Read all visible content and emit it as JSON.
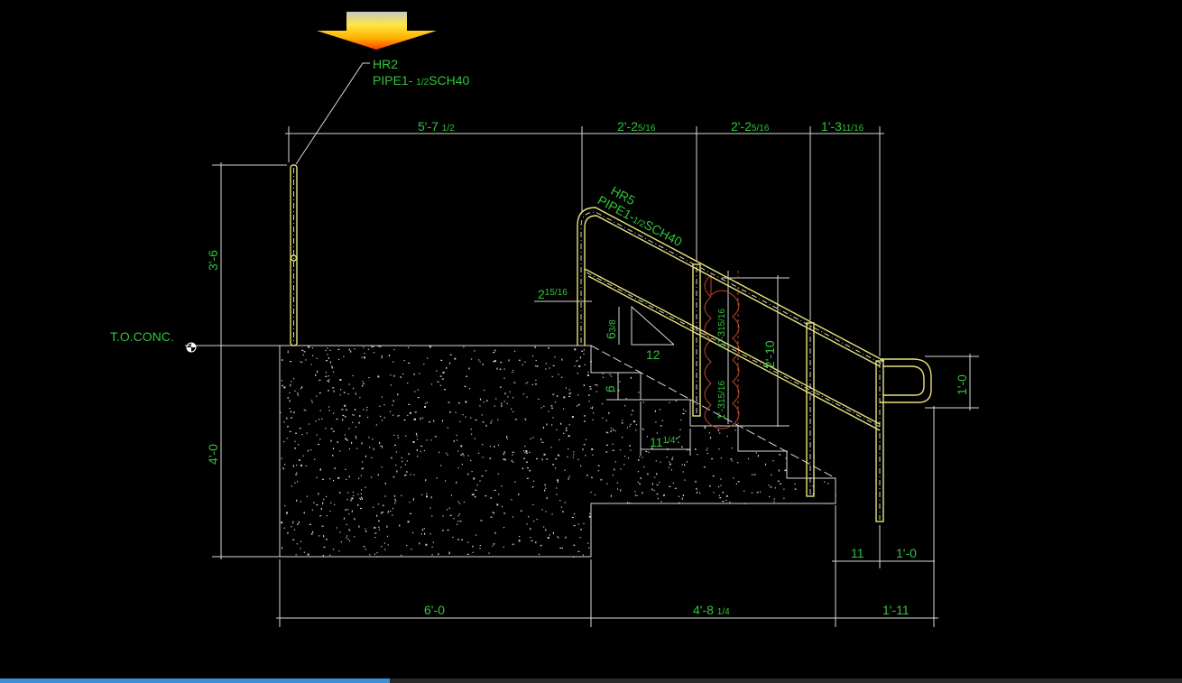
{
  "drawing": {
    "top_label": {
      "tag": "HR2",
      "spec": "PIPE1- ",
      "spec_frac": "1/2",
      "spec_tail": "SCH40"
    },
    "rail_label": {
      "tag": "HR5",
      "spec": "PIPE1-",
      "spec_frac": "1/2",
      "spec_tail": "SCH40"
    },
    "level_label": "T.O.CONC.",
    "dims_top": [
      {
        "whole": "5'-7 ",
        "frac": "1/2"
      },
      {
        "whole": "2'-2",
        "frac": "5/16"
      },
      {
        "whole": "2'-2",
        "frac": "5/16"
      },
      {
        "whole": "1'-3",
        "frac": "11/16"
      }
    ],
    "dims_left": [
      "3'-6",
      "4'-0"
    ],
    "dim_post_offset": {
      "whole": "2",
      "frac": "15/16"
    },
    "slope": {
      "rise": "6",
      "rise_frac": "3/8",
      "run": "12"
    },
    "step_riser": "6",
    "step_tread": {
      "whole": "11",
      "frac": "1/4"
    },
    "dim_rail_height": "2'-10",
    "dim_cloud_upper": {
      "whole": "1'-3",
      "frac": "15/16"
    },
    "dim_cloud_lower": {
      "whole": "1'-3",
      "frac": "15/16"
    },
    "dim_return": "1'-0",
    "dims_low": [
      "11",
      "1'-0"
    ],
    "dims_bottom": [
      "6'-0",
      {
        "whole": "4'-8 ",
        "frac": "1/4"
      },
      "1'-11"
    ]
  },
  "colors": {
    "text": "#2fc53a",
    "rail": "#e6e27a",
    "line": "#d8d8d8",
    "cloud": "#c0452a",
    "progress": "#3f8fd8"
  },
  "playback": {
    "progress_percent": 33
  }
}
